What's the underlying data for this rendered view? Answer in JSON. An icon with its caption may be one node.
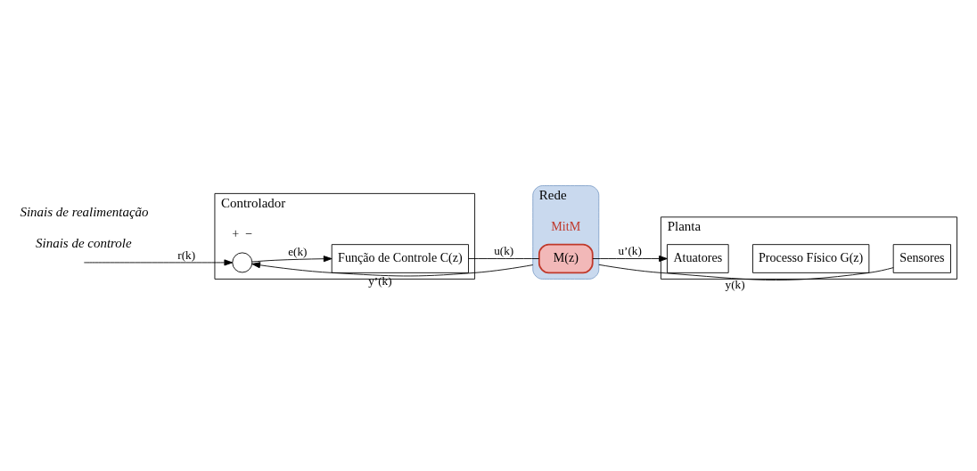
{
  "diagram": {
    "nodes": [
      {
        "text": [
          "Controlador"
        ]
      },
      {
        "text": [],
        "shape": "circle",
        "in": 0,
        "beside": [
          "+",
          "−"
        ]
      },
      {
        "text": [
          "Função de Controle C(z)"
        ],
        "in": 0
      },
      {
        "text": [
          "Rede"
        ]
      },
      {
        "text": [
          "M(z)"
        ],
        "in": 3,
        "beside": [
          "MitM"
        ]
      },
      {
        "text": [
          "Planta"
        ]
      },
      {
        "text": [
          "Atuatores"
        ],
        "in": 5
      },
      {
        "text": [
          "Processo Físico G(z)"
        ],
        "in": 5
      },
      {
        "text": [
          "Sensores"
        ],
        "in": 5
      }
    ],
    "edges": [
      {
        "from": null,
        "to": 1,
        "arrow": "to",
        "label": "r(k)"
      },
      {
        "from": 1,
        "to": 2,
        "arrow": "to",
        "label": "e(k)"
      },
      {
        "from": 2,
        "to": 4,
        "arrow": "none",
        "label": "u(k)"
      },
      {
        "from": 4,
        "to": 6,
        "arrow": "to",
        "label": "u’(k)"
      },
      {
        "from": 8,
        "to": 3,
        "arrow": "none",
        "label": "y(k)"
      },
      {
        "from": 3,
        "to": 1,
        "arrow": "to",
        "label": "y’(k)"
      }
    ],
    "labels": [
      "Sinais de controle",
      "Sinais de realimentação"
    ]
  }
}
